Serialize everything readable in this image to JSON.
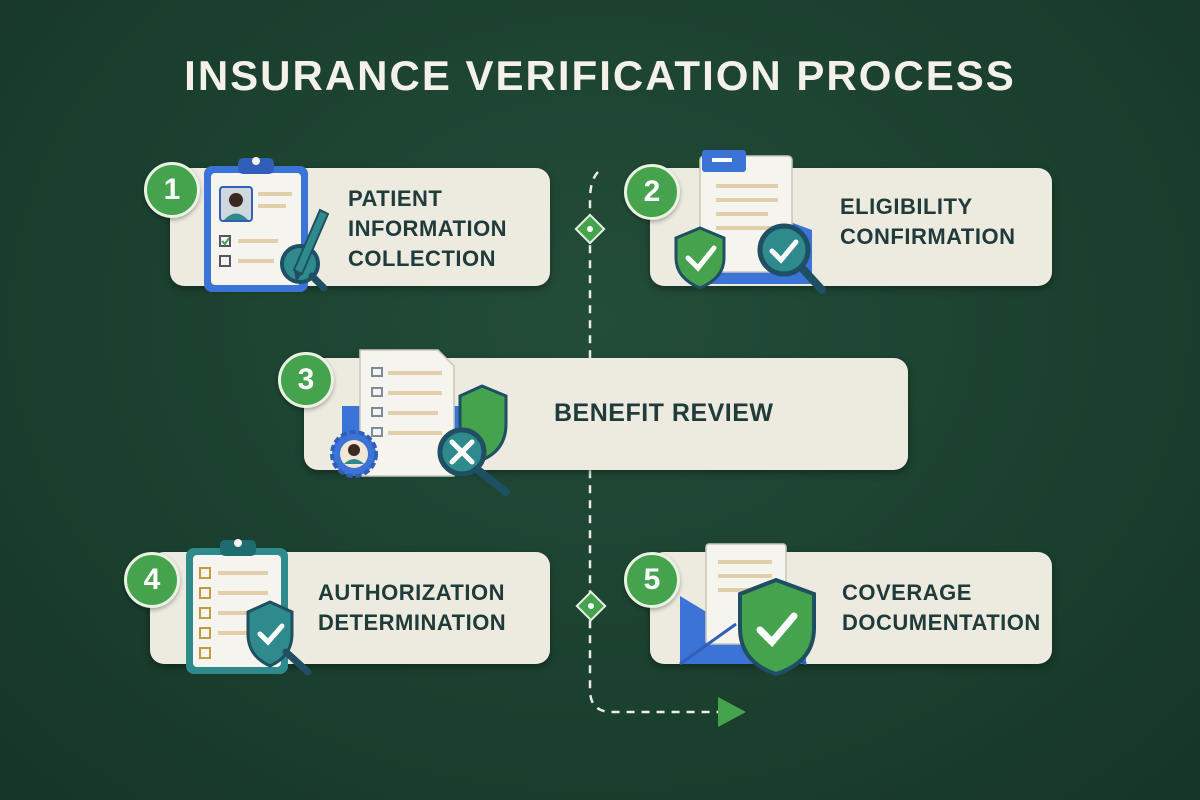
{
  "title": "INSURANCE VERIFICATION PROCESS",
  "steps": [
    {
      "number": "1",
      "label_line1": "PATIENT",
      "label_line2": "INFORMATION",
      "label_line3": "COLLECTION"
    },
    {
      "number": "2",
      "label_line1": "ELIGIBILITY",
      "label_line2": "CONFIRMATION"
    },
    {
      "number": "3",
      "label": "BENEFIT REVIEW"
    },
    {
      "number": "4",
      "label_line1": "AUTHORIZATION",
      "label_line2": "DETERMINATION"
    },
    {
      "number": "5",
      "label_line1": "COVERAGE",
      "label_line2": "DOCUMENTATION"
    }
  ],
  "colors": {
    "background": "#1b3f2e",
    "card": "#edeae0",
    "badge": "#46a34d",
    "text": "#1f3b3a",
    "accent_blue": "#3b73d6",
    "accent_teal": "#2f8a8c"
  }
}
